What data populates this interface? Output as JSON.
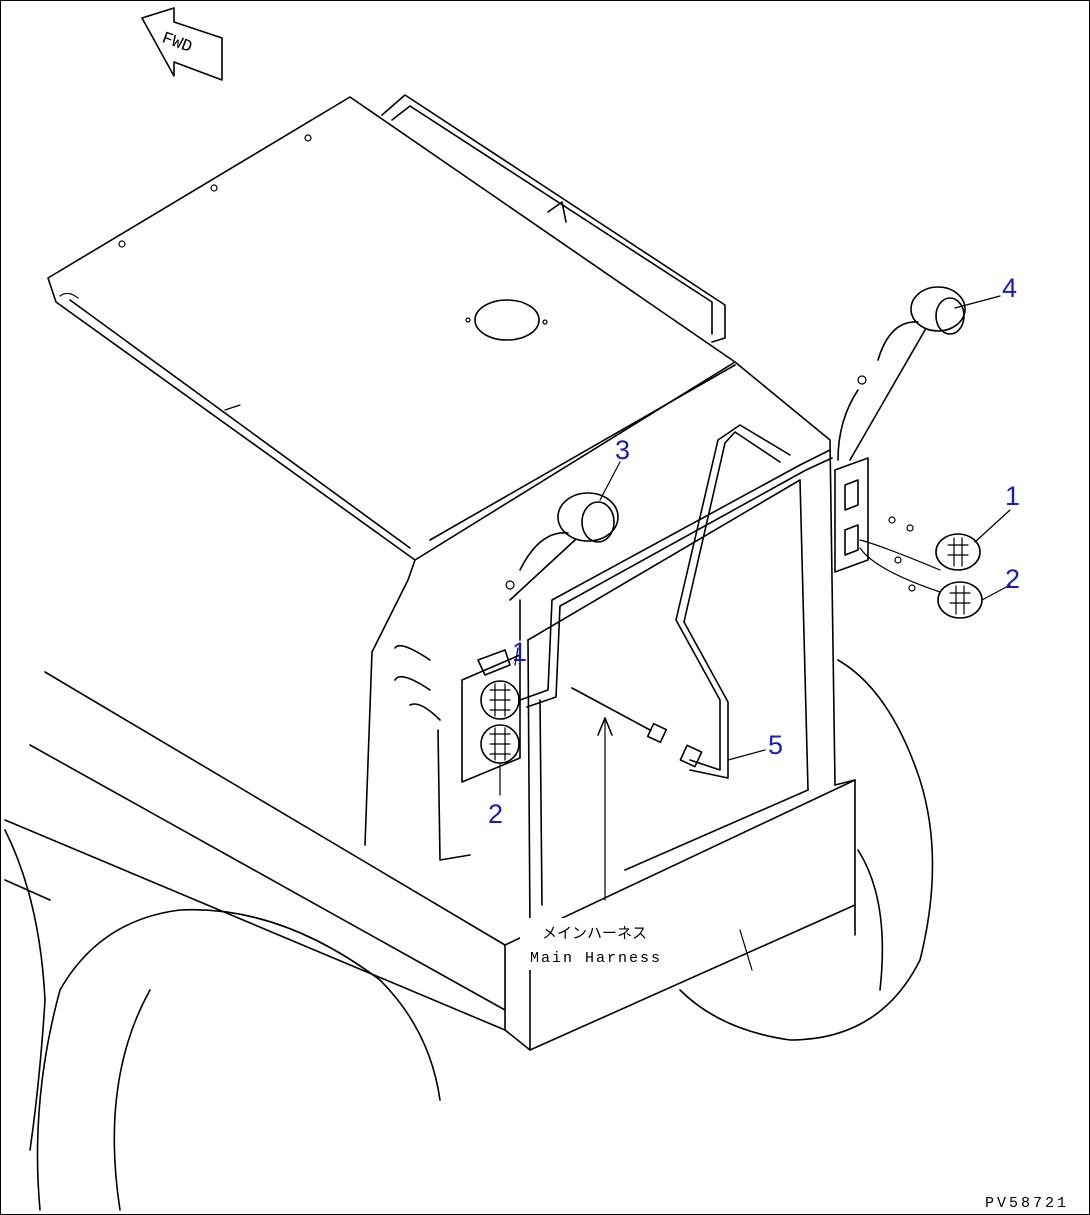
{
  "drawing": {
    "direction_label": "FWD",
    "harness_label_jp": "メインハーネス",
    "harness_label_en": "Main Harness",
    "drawing_number": "PV58721"
  },
  "callouts": [
    {
      "id": "c1a",
      "number": "1"
    },
    {
      "id": "c2a",
      "number": "2"
    },
    {
      "id": "c3",
      "number": "3"
    },
    {
      "id": "c1b",
      "number": "1"
    },
    {
      "id": "c2b",
      "number": "2"
    },
    {
      "id": "c4",
      "number": "4"
    },
    {
      "id": "c5",
      "number": "5"
    }
  ],
  "colors": {
    "line": "#000000",
    "callout": "#1a1ab8",
    "background": "#ffffff"
  }
}
